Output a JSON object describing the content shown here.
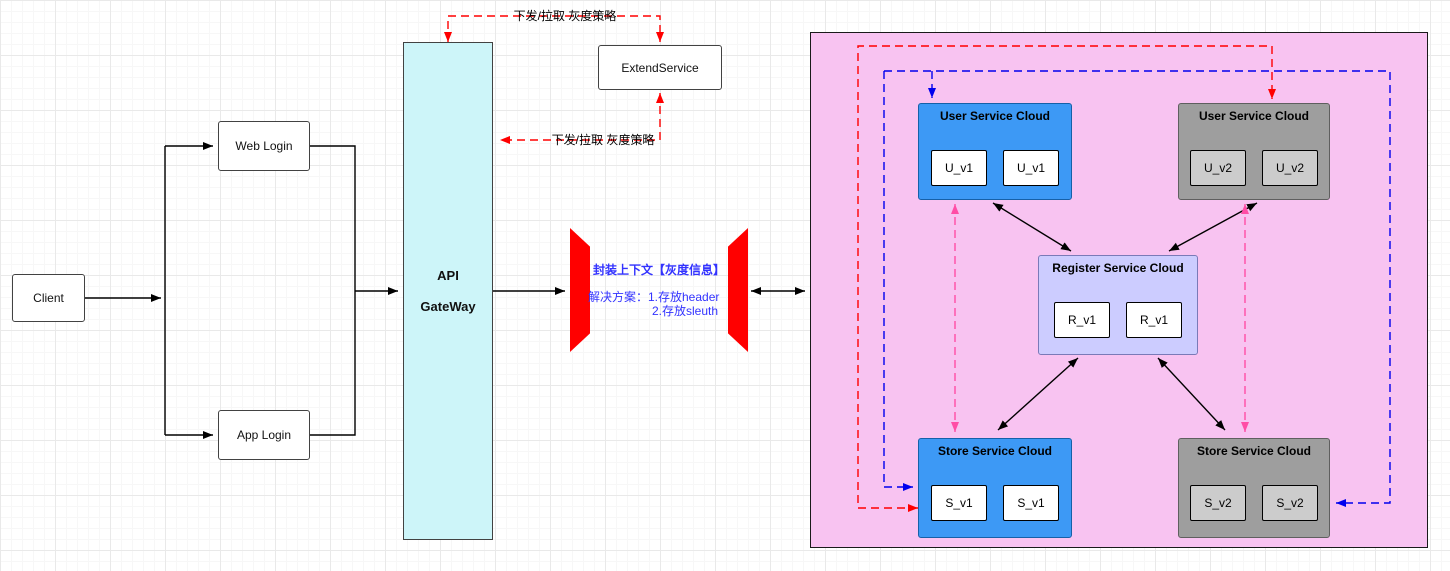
{
  "nodes": {
    "client": "Client",
    "web_login": "Web Login",
    "app_login": "App Login",
    "gateway": {
      "line1": "API",
      "line2": "GateWay"
    },
    "extend_service": "ExtendService"
  },
  "edge_labels": {
    "policy_top": "下发/拉取 灰度策略",
    "policy_mid": "下发/拉取 灰度策略"
  },
  "context_note": {
    "line1": "封装上下文【灰度信息】",
    "line2": "解决方案：1.存放header",
    "line3": "2.存放sleuth"
  },
  "clouds": {
    "user_v1": {
      "title": "User Service Cloud",
      "box1": "U_v1",
      "box2": "U_v1"
    },
    "user_v2": {
      "title": "User Service Cloud",
      "box1": "U_v2",
      "box2": "U_v2"
    },
    "register": {
      "title": "Register Service Cloud",
      "box1": "R_v1",
      "box2": "R_v1"
    },
    "store_v1": {
      "title": "Store Service Cloud",
      "box1": "S_v1",
      "box2": "S_v1"
    },
    "store_v2": {
      "title": "Store Service Cloud",
      "box1": "S_v2",
      "box2": "S_v2"
    }
  },
  "colors": {
    "gateway_fill": "#cdf5f9",
    "container_fill": "#f8c3f1",
    "cloud_blue": "#3d99f5",
    "cloud_gray": "#9e9e9e",
    "register_fill": "#ccccff",
    "box_gray_fill": "#cccccc",
    "edge_red": "#ff0000",
    "edge_blue": "#0000ee",
    "edge_pink": "#ff4da6",
    "note_text": "#3333ff"
  }
}
